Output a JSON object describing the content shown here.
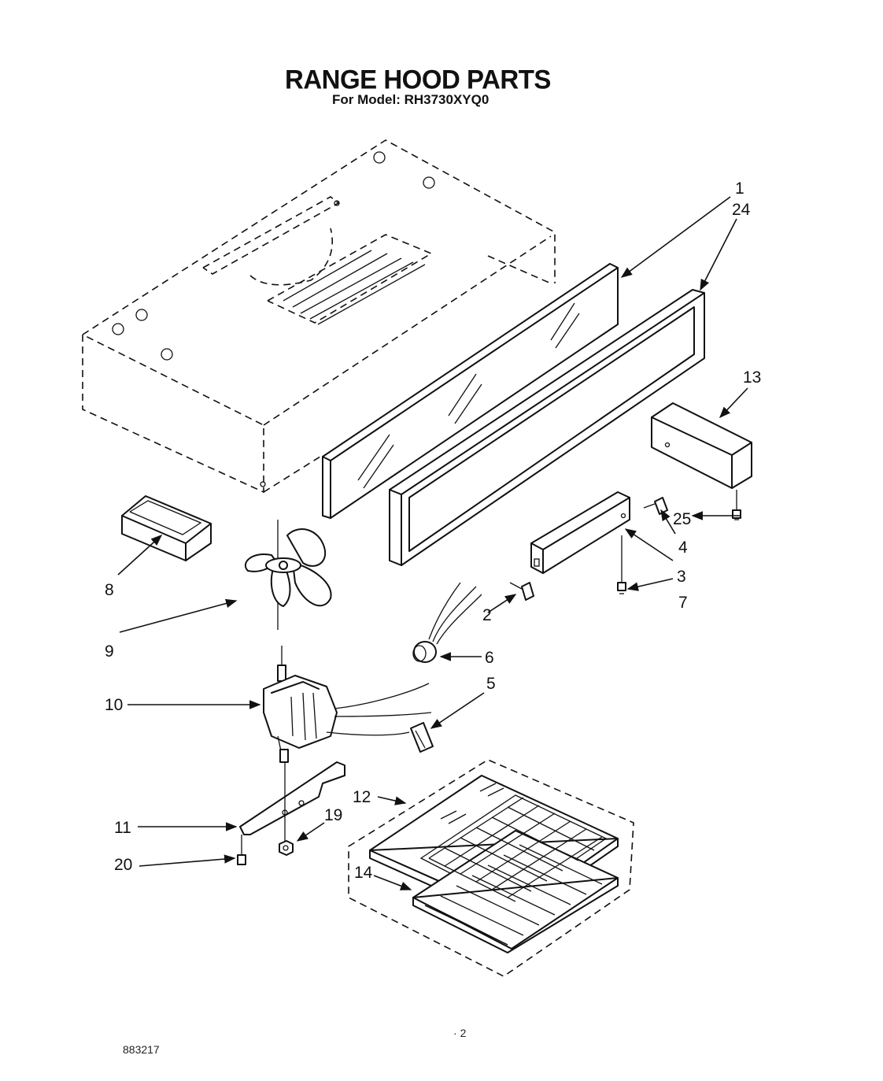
{
  "title": "RANGE HOOD PARTS",
  "subtitle": "For Model: RH3730XYQ0",
  "page_number": "2",
  "page_number_prefix": "·",
  "document_code": "883217",
  "callouts": {
    "c1": "1",
    "c24": "24",
    "c13": "13",
    "c25": "25",
    "c4": "4",
    "c3": "3",
    "c7": "7",
    "c8": "8",
    "c9": "9",
    "c2": "2",
    "c6": "6",
    "c10": "10",
    "c5": "5",
    "c12": "12",
    "c11": "11",
    "c19": "19",
    "c20": "20",
    "c14": "14"
  }
}
